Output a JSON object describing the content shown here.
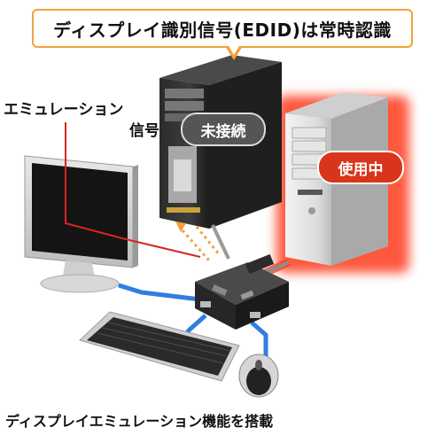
{
  "callout": {
    "text": "ディスプレイ識別信号(EDID)は常時認識"
  },
  "emulation_label": {
    "line1": "エミュレーション",
    "line2": "信号"
  },
  "badges": {
    "unconnected": "未接続",
    "in_use": "使用中"
  },
  "caption": "ディスプレイエミュレーション機能を搭載",
  "colors": {
    "callout_border": "#f2a23a",
    "emulation_line": "#d7261e",
    "cable_blue": "#2f7ee0",
    "active_glow": "#e8361c",
    "badge_unconnected": "#555555",
    "badge_in_use": "#d9341c"
  }
}
